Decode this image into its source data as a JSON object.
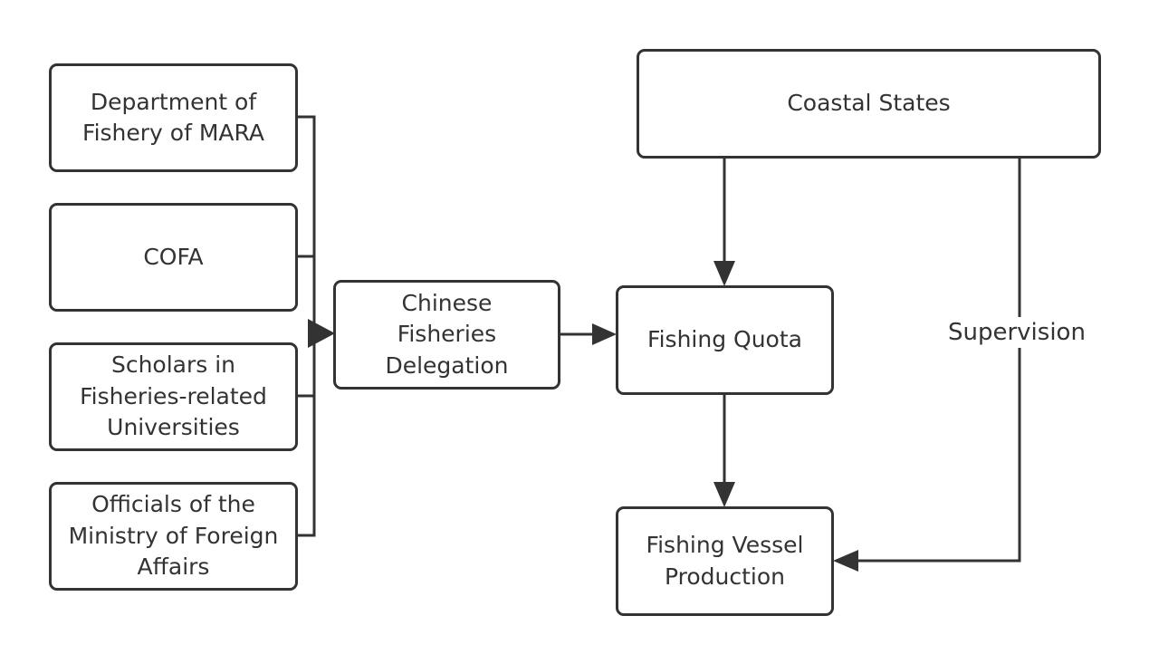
{
  "diagram": {
    "nodes": {
      "dept_fishery": "Department of Fishery of MARA",
      "cofa": "COFA",
      "scholars": "Scholars in Fisheries-related Universities",
      "officials": "Officials of the Ministry of Foreign Affairs",
      "delegation": "Chinese Fisheries Delegation",
      "coastal_states": "Coastal States",
      "fishing_quota": "Fishing Quota",
      "vessel_production": "Fishing Vessel Production"
    },
    "edge_labels": {
      "supervision": "Supervision"
    },
    "edges": [
      {
        "from": "dept_fishery",
        "to": "delegation"
      },
      {
        "from": "cofa",
        "to": "delegation"
      },
      {
        "from": "scholars",
        "to": "delegation"
      },
      {
        "from": "officials",
        "to": "delegation"
      },
      {
        "from": "delegation",
        "to": "fishing_quota"
      },
      {
        "from": "coastal_states",
        "to": "fishing_quota"
      },
      {
        "from": "fishing_quota",
        "to": "vessel_production"
      },
      {
        "from": "coastal_states",
        "to": "vessel_production",
        "label": "Supervision"
      }
    ],
    "colors": {
      "stroke": "#333333",
      "text": "#333333",
      "background": "#ffffff"
    }
  }
}
